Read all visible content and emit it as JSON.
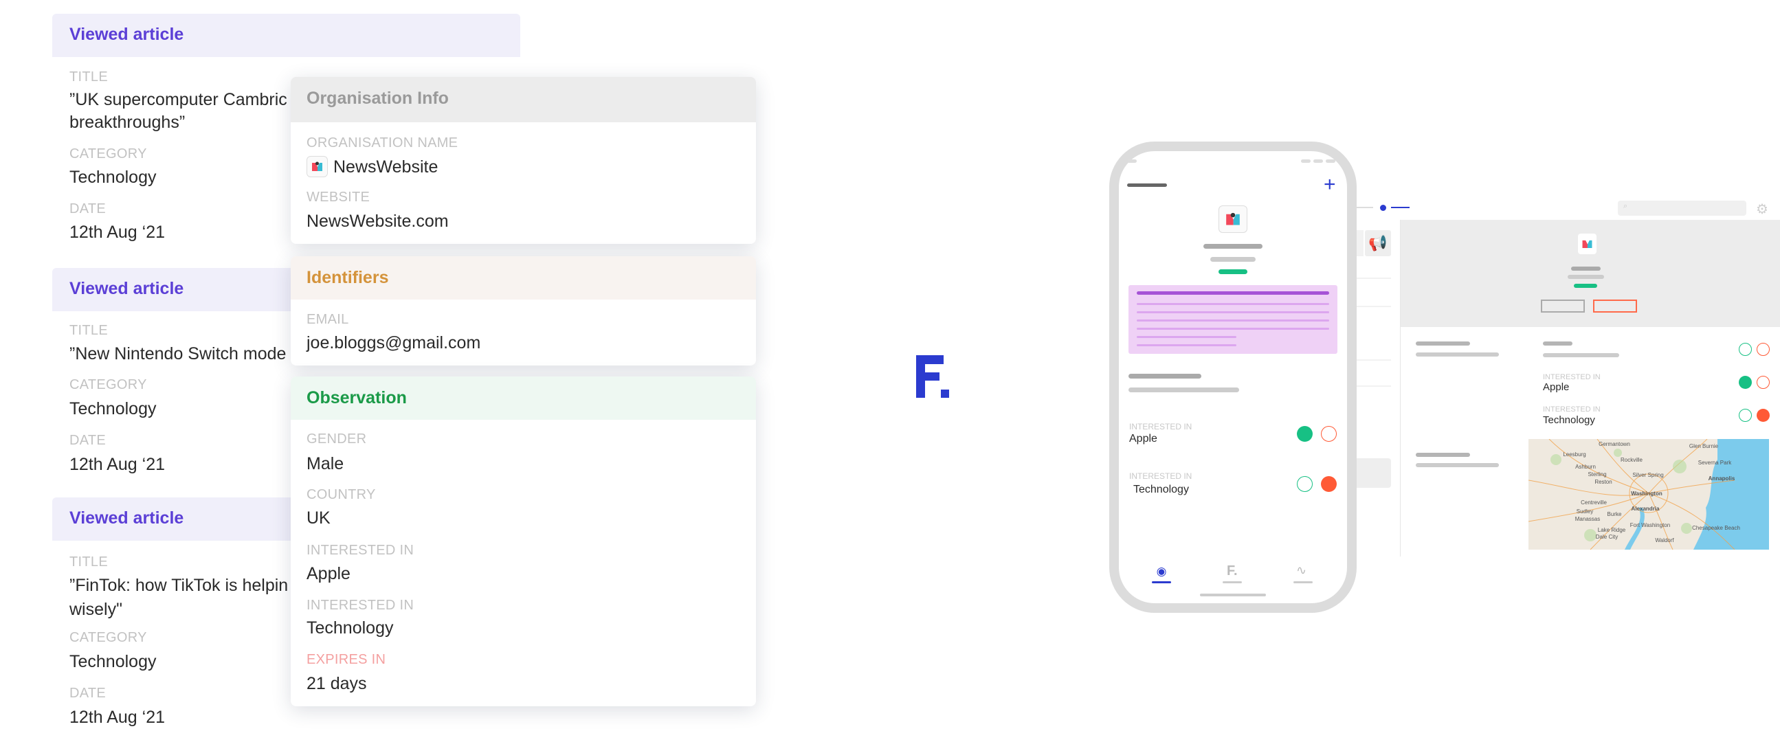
{
  "articles": [
    {
      "header": "Viewed article",
      "title_label": "TITLE",
      "title_lines": [
        "”UK supercomputer Cambric",
        "breakthroughs”"
      ],
      "category_label": "CATEGORY",
      "category": "Technology",
      "date_label": "DATE",
      "date": "12th Aug ‘21"
    },
    {
      "header": "Viewed article",
      "title_label": "TITLE",
      "title_lines": [
        "”New Nintendo Switch mode"
      ],
      "category_label": "CATEGORY",
      "category": "Technology",
      "date_label": "DATE",
      "date": "12th Aug ‘21"
    },
    {
      "header": "Viewed article",
      "title_label": "TITLE",
      "title_lines": [
        "”FinTok: how TikTok is helpin",
        "wisely\""
      ],
      "category_label": "CATEGORY",
      "category": "Technology",
      "date_label": "DATE",
      "date": "12th Aug ‘21"
    }
  ],
  "org_info": {
    "header": "Organisation Info",
    "name_label": "ORGANISATION NAME",
    "name": "NewsWebsite",
    "website_label": "WEBSITE",
    "website": "NewsWebsite.com",
    "logo_icon": "newswebsite-logo"
  },
  "identifiers": {
    "header": "Identifiers",
    "email_label": "EMAIL",
    "email": "joe.bloggs@gmail.com"
  },
  "observation": {
    "header": "Observation",
    "gender_label": "GENDER",
    "gender": "Male",
    "country_label": "COUNTRY",
    "country": "UK",
    "interest1_label": "INTERESTED IN",
    "interest1": "Apple",
    "interest2_label": "INTERESTED IN",
    "interest2": "Technology",
    "expires_label": "EXPIRES IN",
    "expires": "21 days"
  },
  "phone": {
    "plus_icon": "plus-icon",
    "interests": [
      {
        "label": "INTERESTED IN",
        "value": "Apple",
        "state": "yes"
      },
      {
        "label": "INTERESTED IN",
        "value": "Technology",
        "state": "no"
      }
    ],
    "nav_icons": [
      "profile-icon",
      "brand-f-icon",
      "activity-icon"
    ]
  },
  "desktop": {
    "interests": [
      {
        "label": "INTERESTED IN",
        "value": "Apple",
        "state": "yes"
      },
      {
        "label": "INTERESTED IN",
        "value": "Technology",
        "state": "no"
      }
    ],
    "map_labels": [
      "Germantown",
      "Leesburg",
      "Rockville",
      "Ashburn",
      "Glen Burnie",
      "Severna Park",
      "Sterling",
      "Silver Spring",
      "Reston",
      "Annapolis",
      "Washington",
      "Centreville",
      "Alexandria",
      "Sudley",
      "Burke",
      "Manassas",
      "Lake Ridge",
      "Fort Washington",
      "Dale City",
      "Chesapeake Beach",
      "Waldorf"
    ]
  },
  "colors": {
    "accent": "#2b3bcf",
    "purple": "#5b3fd6",
    "green": "#17c084",
    "red": "#ff5a36",
    "identifiers": "#d4933b",
    "observation": "#1a9a48",
    "expires": "#f4a0a0"
  }
}
